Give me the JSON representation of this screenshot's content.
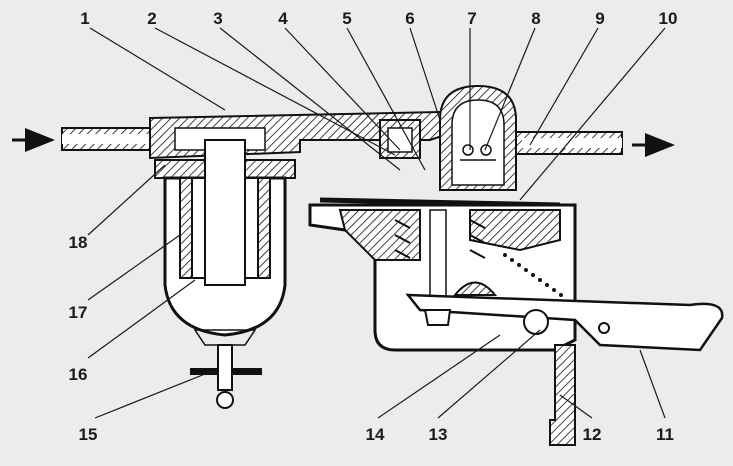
{
  "colors": {
    "background": "#ececea",
    "ink": "#111111"
  },
  "labels": {
    "l1": "1",
    "l2": "2",
    "l3": "3",
    "l4": "4",
    "l5": "5",
    "l6": "6",
    "l7": "7",
    "l8": "8",
    "l9": "9",
    "l10": "10",
    "l11": "11",
    "l12": "12",
    "l13": "13",
    "l14": "14",
    "l15": "15",
    "l16": "16",
    "l17": "17",
    "l18": "18"
  }
}
